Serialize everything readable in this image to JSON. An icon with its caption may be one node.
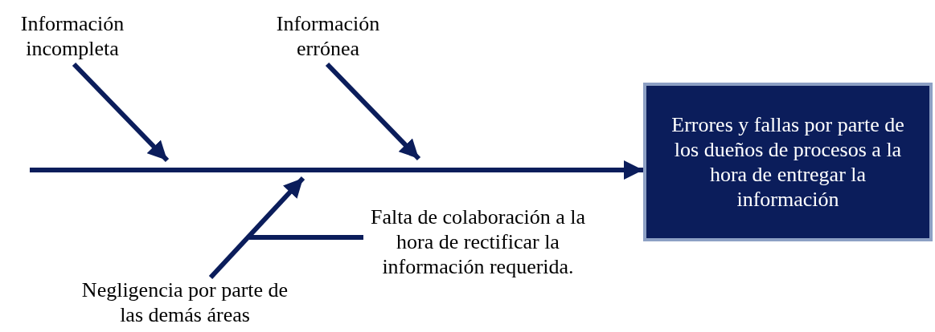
{
  "diagram": {
    "nodes": [
      {
        "text": [
          "Información incompleta"
        ]
      },
      {
        "text": [
          "Información errónea"
        ]
      },
      {
        "text": [
          "Errores y fallas por parte de los dueños de procesos a la hora de entregar la información"
        ]
      },
      {
        "text": [
          "Negligencia por parte de las demás áreas"
        ]
      },
      {
        "text": [
          "Falta de colaboración a la hora de rectificar la información requerida."
        ]
      }
    ],
    "edges": [
      {
        "from": null,
        "to": 2,
        "arrow": "to"
      },
      {
        "from": 0,
        "to": null,
        "arrow": "to"
      },
      {
        "from": 1,
        "to": null,
        "arrow": "to"
      },
      {
        "from": 3,
        "to": null,
        "arrow": "to"
      },
      {
        "from": 4,
        "to": null,
        "arrow": "none"
      }
    ]
  }
}
